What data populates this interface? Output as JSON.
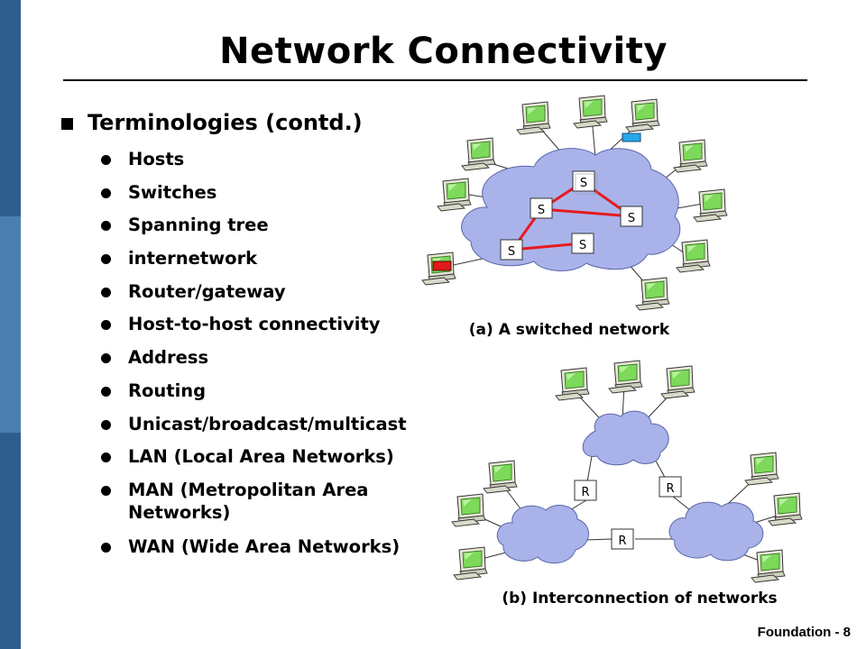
{
  "slide": {
    "title": "Network Connectivity",
    "heading": "Terminologies (contd.)",
    "bullets": [
      "Hosts",
      "Switches",
      "Spanning tree",
      "internetwork",
      "Router/gateway",
      "Host-to-host connectivity",
      "Address",
      "Routing",
      "Unicast/broadcast/multicast",
      "LAN (Local Area Networks)",
      "MAN (Metropolitan Area",
      "Networks)",
      "WAN (Wide Area Networks)"
    ],
    "footer": "Foundation - 8"
  },
  "diagram_a": {
    "caption": "(a) A switched network",
    "switch_label": "S"
  },
  "diagram_b": {
    "caption": "(b) Interconnection of networks",
    "router_label": "R"
  },
  "colors": {
    "sidebar_dark": "#2E5E8E",
    "sidebar_light": "#4B7EB0",
    "cloud": "#A9B3EA",
    "link": "#E8191E",
    "host_screen": "#7CD95A",
    "host_highlight_blue": "#28A8E8",
    "host_highlight_red": "#E01A1A"
  }
}
